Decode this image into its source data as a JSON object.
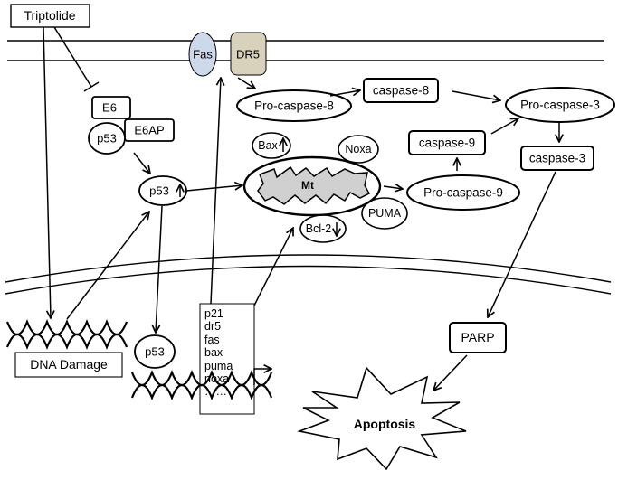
{
  "nodes": {
    "triptolide": "Triptolide",
    "fas": "Fas",
    "dr5": "DR5",
    "pro_caspase_8": "Pro-caspase-8",
    "caspase_8": "caspase-8",
    "pro_caspase_3": "Pro-caspase-3",
    "caspase_3": "caspase-3",
    "caspase_9": "caspase-9",
    "pro_caspase_9": "Pro-caspase-9",
    "e6": "E6",
    "e6ap": "E6AP",
    "p53_complex": "p53",
    "p53_up": "p53",
    "p53_nuclear": "p53",
    "bax": "Bax",
    "noxa": "Noxa",
    "mt": "Mt",
    "bcl2": "Bcl-2",
    "puma": "PUMA",
    "dna_damage": "DNA Damage",
    "parp": "PARP",
    "apoptosis": "Apoptosis"
  },
  "target_genes": [
    "p21",
    "dr5",
    "fas",
    "bax",
    "puma",
    "noxa",
    "……"
  ]
}
